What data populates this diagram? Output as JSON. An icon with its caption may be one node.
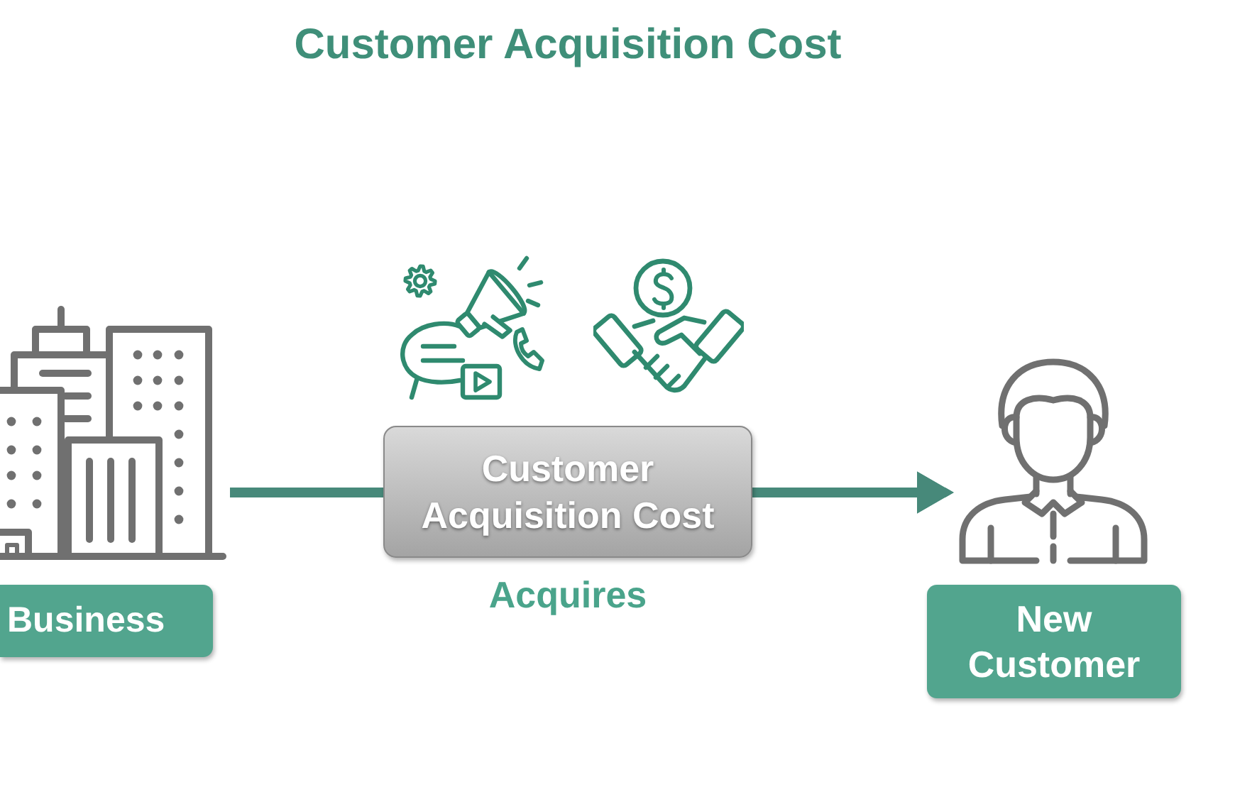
{
  "diagram": {
    "title": "Customer Acquisition Cost",
    "nodes": [
      {
        "text": [],
        "shape": "picture"
      },
      {
        "text": [
          "Business"
        ]
      },
      {
        "text": [
          "Customer Acquisition Cost"
        ],
        "beside": [
          "Acquires"
        ]
      },
      {
        "text": [],
        "shape": "person"
      },
      {
        "text": [
          "New Customer"
        ]
      }
    ],
    "edges": [
      {
        "from": 0,
        "to": 2,
        "arrow": "none"
      },
      {
        "from": 2,
        "to": 3,
        "arrow": "to"
      }
    ]
  }
}
